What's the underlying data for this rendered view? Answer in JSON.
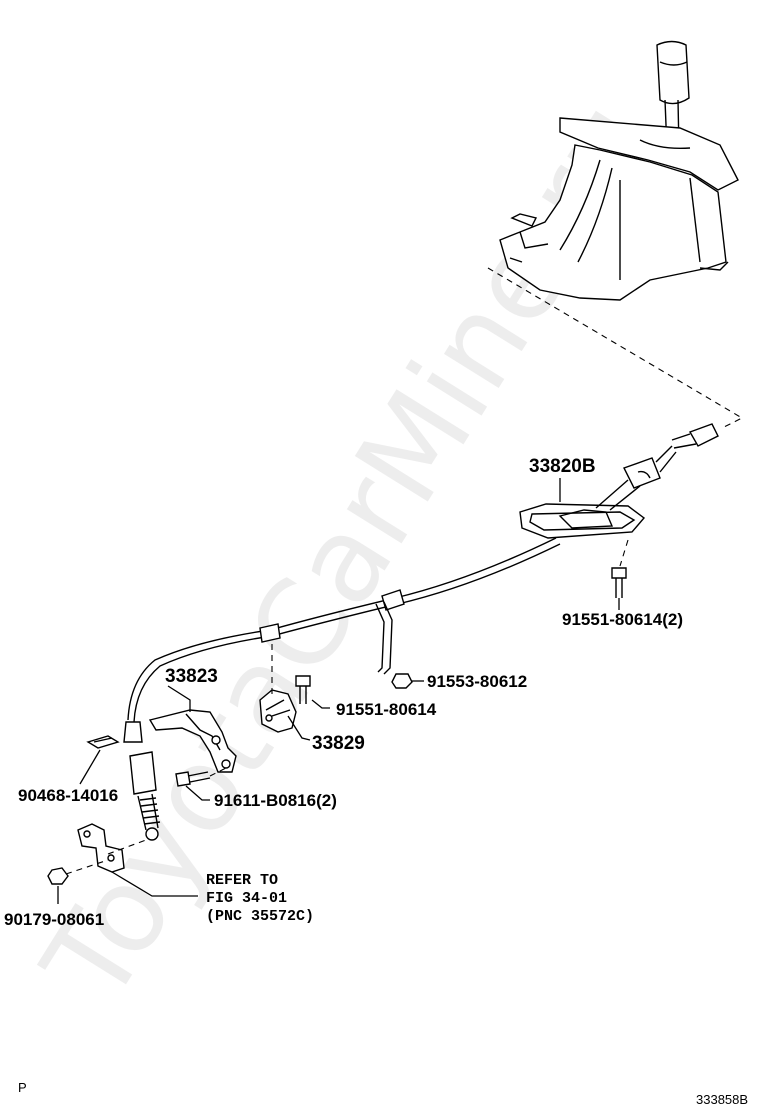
{
  "watermark": "ToyotaCarMine.ru",
  "parts": {
    "p33820B": "33820B",
    "p91551_80614_2": "91551-80614(2)",
    "p91553_80612": "91553-80612",
    "p33823": "33823",
    "p91551_80614": "91551-80614",
    "p33829": "33829",
    "p90468_14016": "90468-14016",
    "p91611_B0816_2": "91611-B0816(2)",
    "p90179_08061": "90179-08061"
  },
  "reference": {
    "line1": "REFER TO",
    "line2": "FIG 34-01",
    "line3": "(PNC 35572C)"
  },
  "footer": {
    "left_code": "P",
    "figure_code": "333858B"
  }
}
